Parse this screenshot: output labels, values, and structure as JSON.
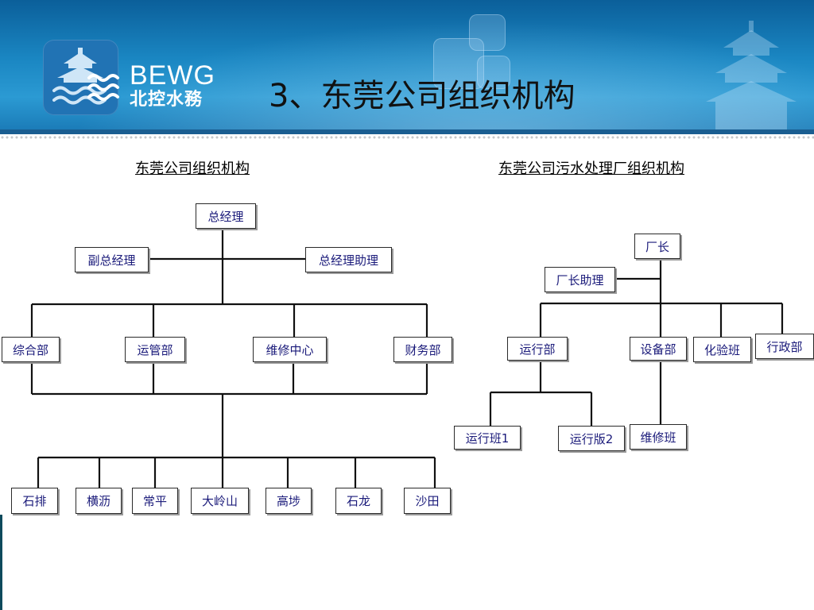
{
  "header": {
    "brand_en": "BEWG",
    "brand_cn": "北控水務",
    "title": "3、东莞公司组织机构"
  },
  "left_chart": {
    "title": "东莞公司组织机构",
    "nodes": {
      "gm": "总经理",
      "deputy_gm": "副总经理",
      "gm_assistant": "总经理助理",
      "general_dept": "综合部",
      "ops_mgmt_dept": "运管部",
      "maint_center": "维修中心",
      "finance_dept": "财务部",
      "shipai": "石排",
      "hengli": "横沥",
      "changping": "常平",
      "dalingshan": "大岭山",
      "gaobu": "高埗",
      "shilong": "石龙",
      "shatian": "沙田"
    }
  },
  "right_chart": {
    "title": "东莞公司污水处理厂组织机构",
    "nodes": {
      "plant_manager": "厂长",
      "manager_assistant": "厂长助理",
      "operations_dept": "运行部",
      "equipment_dept": "设备部",
      "lab_team": "化验班",
      "admin_dept": "行政部",
      "ops_team_1": "运行班1",
      "ops_team_2": "运行版2",
      "maint_team": "维修班"
    }
  },
  "colors": {
    "header_blue": "#1a86c2",
    "box_text": "#1a1a7a",
    "line": "#111111"
  }
}
